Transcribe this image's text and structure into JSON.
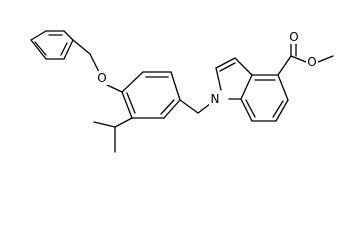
{
  "structure": {
    "atom_labels": {
      "ether_oxygen": "O",
      "indole_nitrogen": "N",
      "carbonyl_oxygen": "O",
      "ester_oxygen": "O"
    }
  }
}
